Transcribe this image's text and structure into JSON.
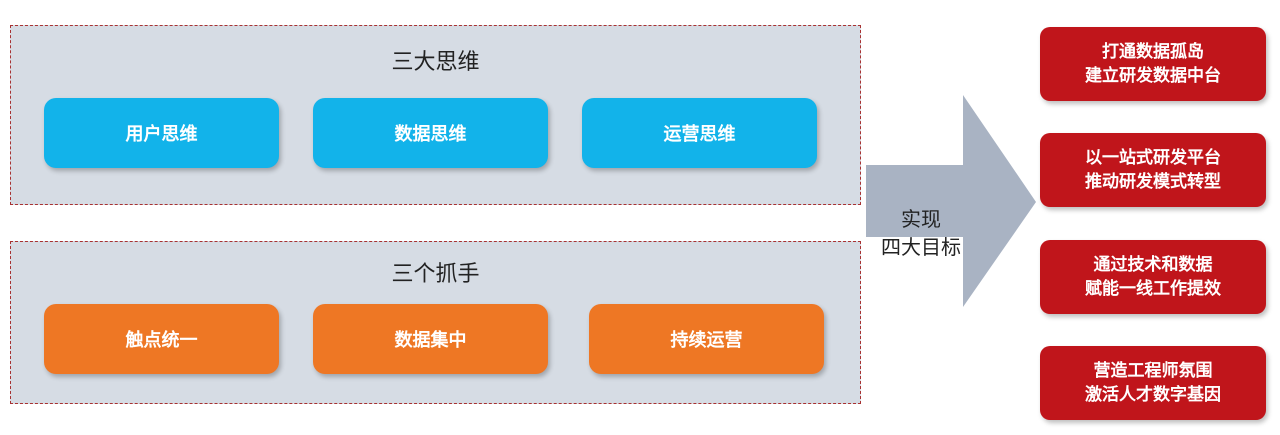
{
  "thinking": {
    "title": "三大思维",
    "items": [
      "用户思维",
      "数据思维",
      "运营思维"
    ]
  },
  "handles": {
    "title": "三个抓手",
    "items": [
      "触点统一",
      "数据集中",
      "持续运营"
    ]
  },
  "arrow": {
    "line1": "实现",
    "line2": "四大目标"
  },
  "goals": [
    {
      "line1": "打通数据孤岛",
      "line2": "建立研发数据中台"
    },
    {
      "line1": "以一站式研发平台",
      "line2": "推动研发模式转型"
    },
    {
      "line1": "通过技术和数据",
      "line2": "赋能一线工作提效"
    },
    {
      "line1": "营造工程师氛围",
      "line2": "激活人才数字基因"
    }
  ],
  "colors": {
    "group_bg": "#d6dce4",
    "dashed_border": "#a83232",
    "blue_pill": "#12b3ea",
    "orange_pill": "#ee7724",
    "arrow": "#a9b3c3",
    "goal_bg": "#c0151b"
  }
}
